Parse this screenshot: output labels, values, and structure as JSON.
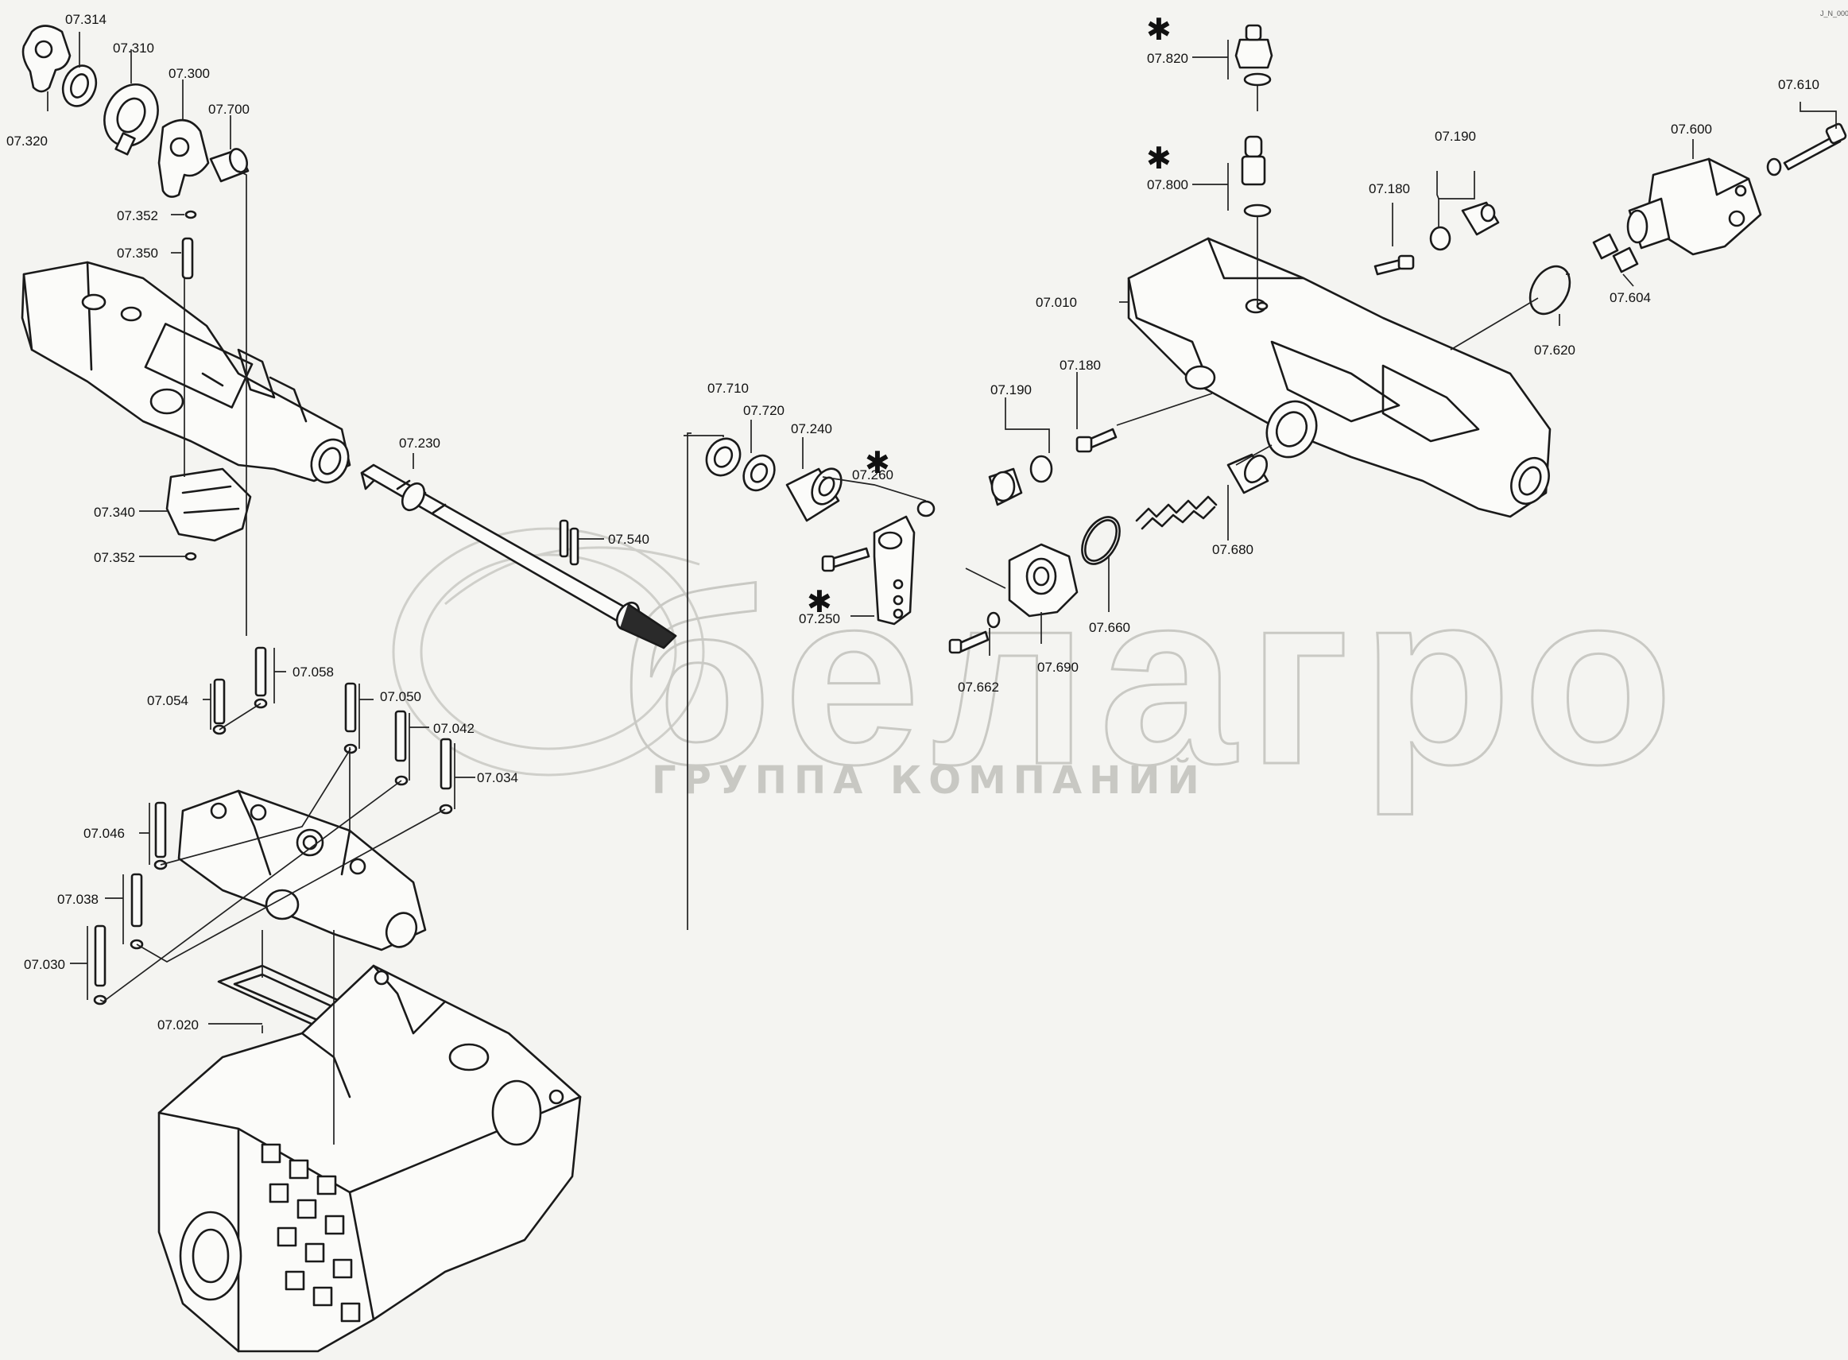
{
  "diagram": {
    "watermark_brand": "белагро",
    "watermark_subtitle": "ГРУППА КОМПАНИЙ",
    "corner_code": "J_N_000",
    "asterisk": "✱",
    "labels": {
      "l07314": "07.314",
      "l07310": "07.310",
      "l07300": "07.300",
      "l07700": "07.700",
      "l07320": "07.320",
      "l07352a": "07.352",
      "l07350": "07.350",
      "l07340": "07.340",
      "l07352b": "07.352",
      "l07230": "07.230",
      "l07540": "07.540",
      "l07710": "07.710",
      "l07720": "07.720",
      "l07240": "07.240",
      "l07260": "07.260",
      "l07250": "07.250",
      "l07058": "07.058",
      "l07054": "07.054",
      "l07050": "07.050",
      "l07042": "07.042",
      "l07034": "07.034",
      "l07046": "07.046",
      "l07038": "07.038",
      "l07030": "07.030",
      "l07020": "07.020",
      "l07820": "07.820",
      "l07800": "07.800",
      "l07010": "07.010",
      "l07180a": "07.180",
      "l07190a": "07.190",
      "l07610": "07.610",
      "l07600": "07.600",
      "l07604": "07.604",
      "l07620": "07.620",
      "l07190b": "07.190",
      "l07180b": "07.180",
      "l07680": "07.680",
      "l07660": "07.660",
      "l07690": "07.690",
      "l07662": "07.662"
    }
  }
}
